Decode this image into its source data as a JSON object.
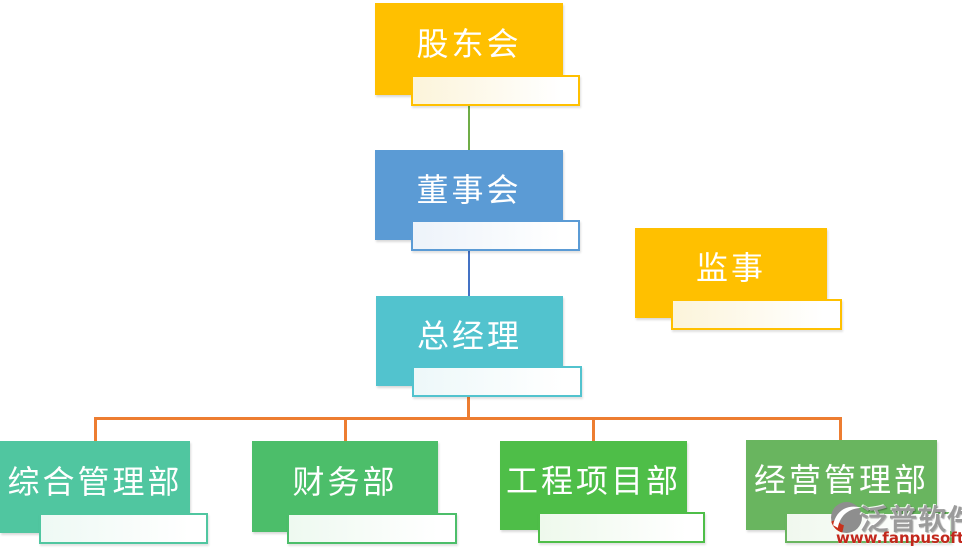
{
  "diagram": {
    "type": "org-chart",
    "background": "#FFFFFF",
    "nodes": [
      {
        "id": "shareholders",
        "label": "股东会",
        "fill": "#FFC000",
        "tint": "#FCF4DA"
      },
      {
        "id": "board",
        "label": "董事会",
        "fill": "#5B9BD5",
        "tint": "#EDF3FA"
      },
      {
        "id": "supervisor",
        "label": "监事",
        "fill": "#FFC000",
        "tint": "#FCF4DA"
      },
      {
        "id": "general-manager",
        "label": "总经理",
        "fill": "#52C3CE",
        "tint": "#EDF8F9"
      },
      {
        "id": "dept-general-admin",
        "label": "综合管理部",
        "fill": "#50C6A0",
        "tint": "#EEF9F4"
      },
      {
        "id": "dept-finance",
        "label": "财务部",
        "fill": "#4CBE6A",
        "tint": "#EEF9F0"
      },
      {
        "id": "dept-engineering-projects",
        "label": "工程项目部",
        "fill": "#4EBE48",
        "tint": "#EEF9EC"
      },
      {
        "id": "dept-operations-management",
        "label": "经营管理部",
        "fill": "#69B55F",
        "tint": "#F0F8EE"
      }
    ],
    "edges": [
      {
        "from": "shareholders",
        "to": "board",
        "color": "#70AD47"
      },
      {
        "from": "board",
        "to": "general-manager",
        "color": "#4472C4"
      },
      {
        "from": "general-manager",
        "to": "dept-general-admin",
        "color": "#ED7D31"
      },
      {
        "from": "general-manager",
        "to": "dept-finance",
        "color": "#ED7D31"
      },
      {
        "from": "general-manager",
        "to": "dept-engineering-projects",
        "color": "#ED7D31"
      },
      {
        "from": "general-manager",
        "to": "dept-operations-management",
        "color": "#ED7D31"
      }
    ]
  },
  "watermark": {
    "brand": "泛普软件",
    "url": "www.fanpusoft.com",
    "brand_color": "#9B9B9B",
    "url_color": "#C2271C"
  }
}
